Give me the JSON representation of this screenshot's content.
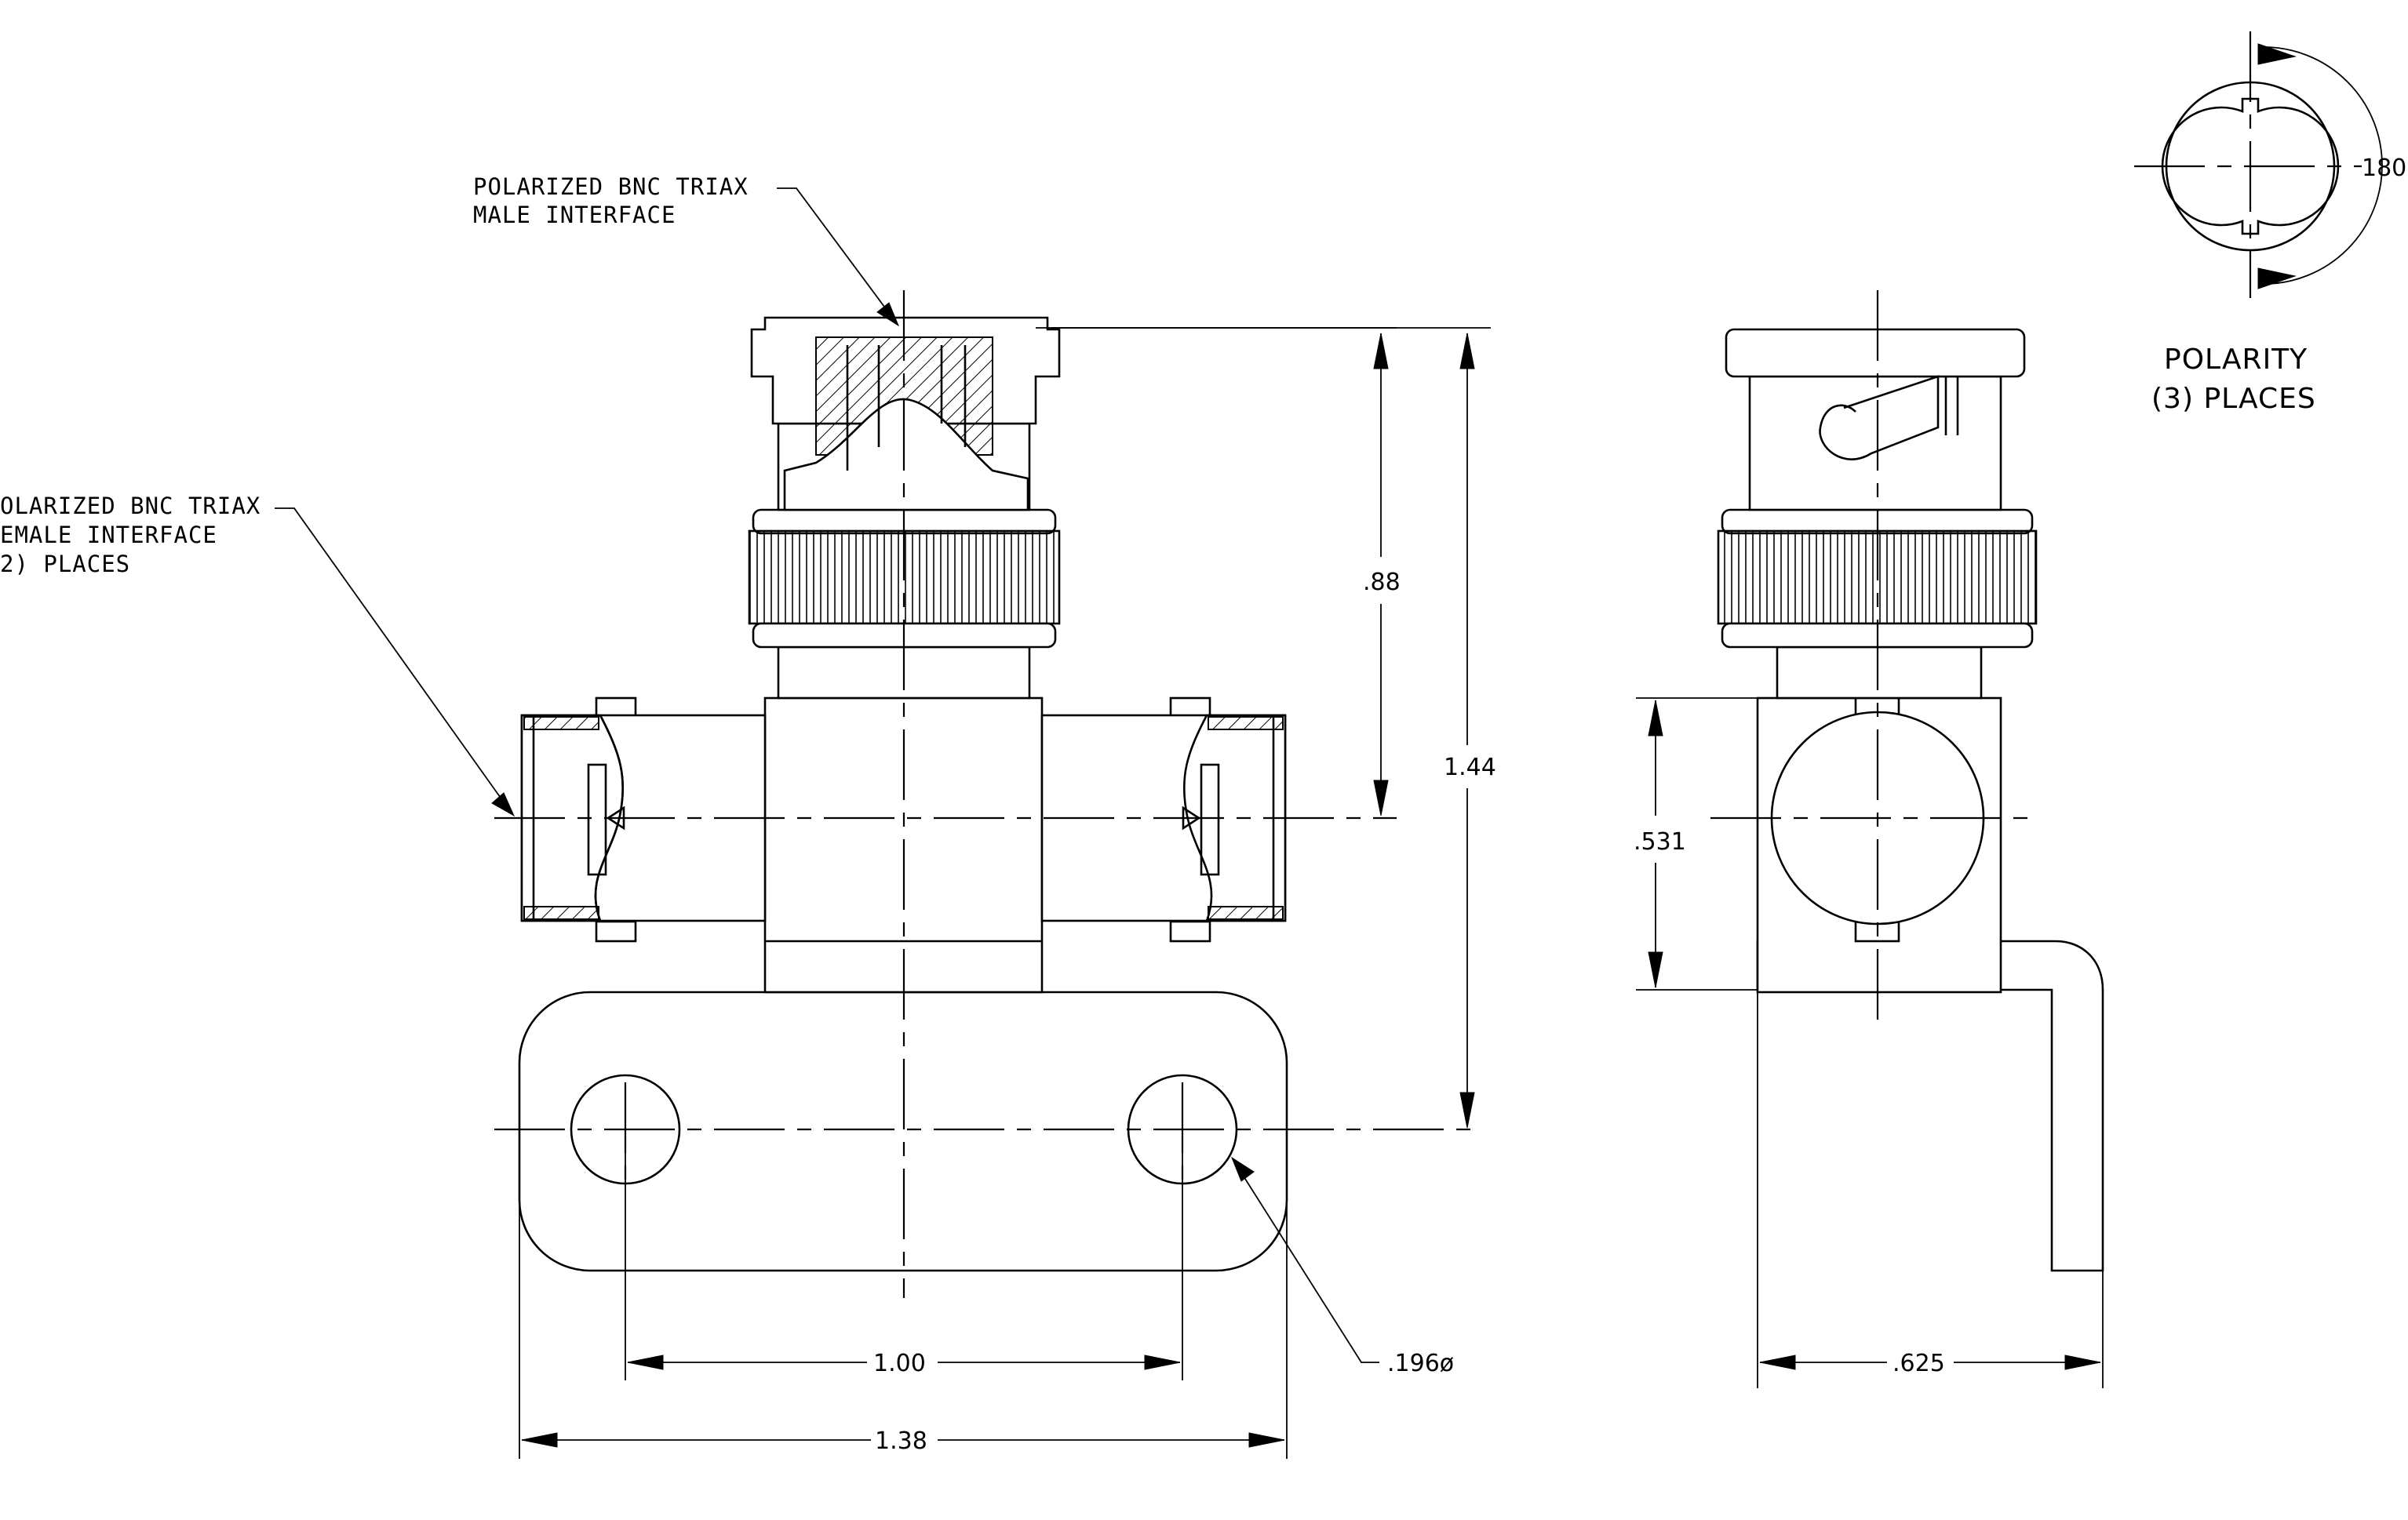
{
  "labels": {
    "male_interface_line1": "POLARIZED BNC TRIAX",
    "male_interface_line2": "MALE INTERFACE",
    "female_interface_line1": "OLARIZED BNC TRIAX",
    "female_interface_line2": "EMALE INTERFACE",
    "female_interface_line3": "2)  PLACES",
    "polarity_line1": "POLARITY",
    "polarity_line2": "(3) PLACES",
    "polarity_angle": "180°"
  },
  "dimensions": {
    "male_height": ".88",
    "overall_height": "1.44",
    "hole_spacing": "1.00",
    "base_width": "1.38",
    "hole_diameter": ".196ø",
    "side_height": ".531",
    "side_width": ".625"
  }
}
